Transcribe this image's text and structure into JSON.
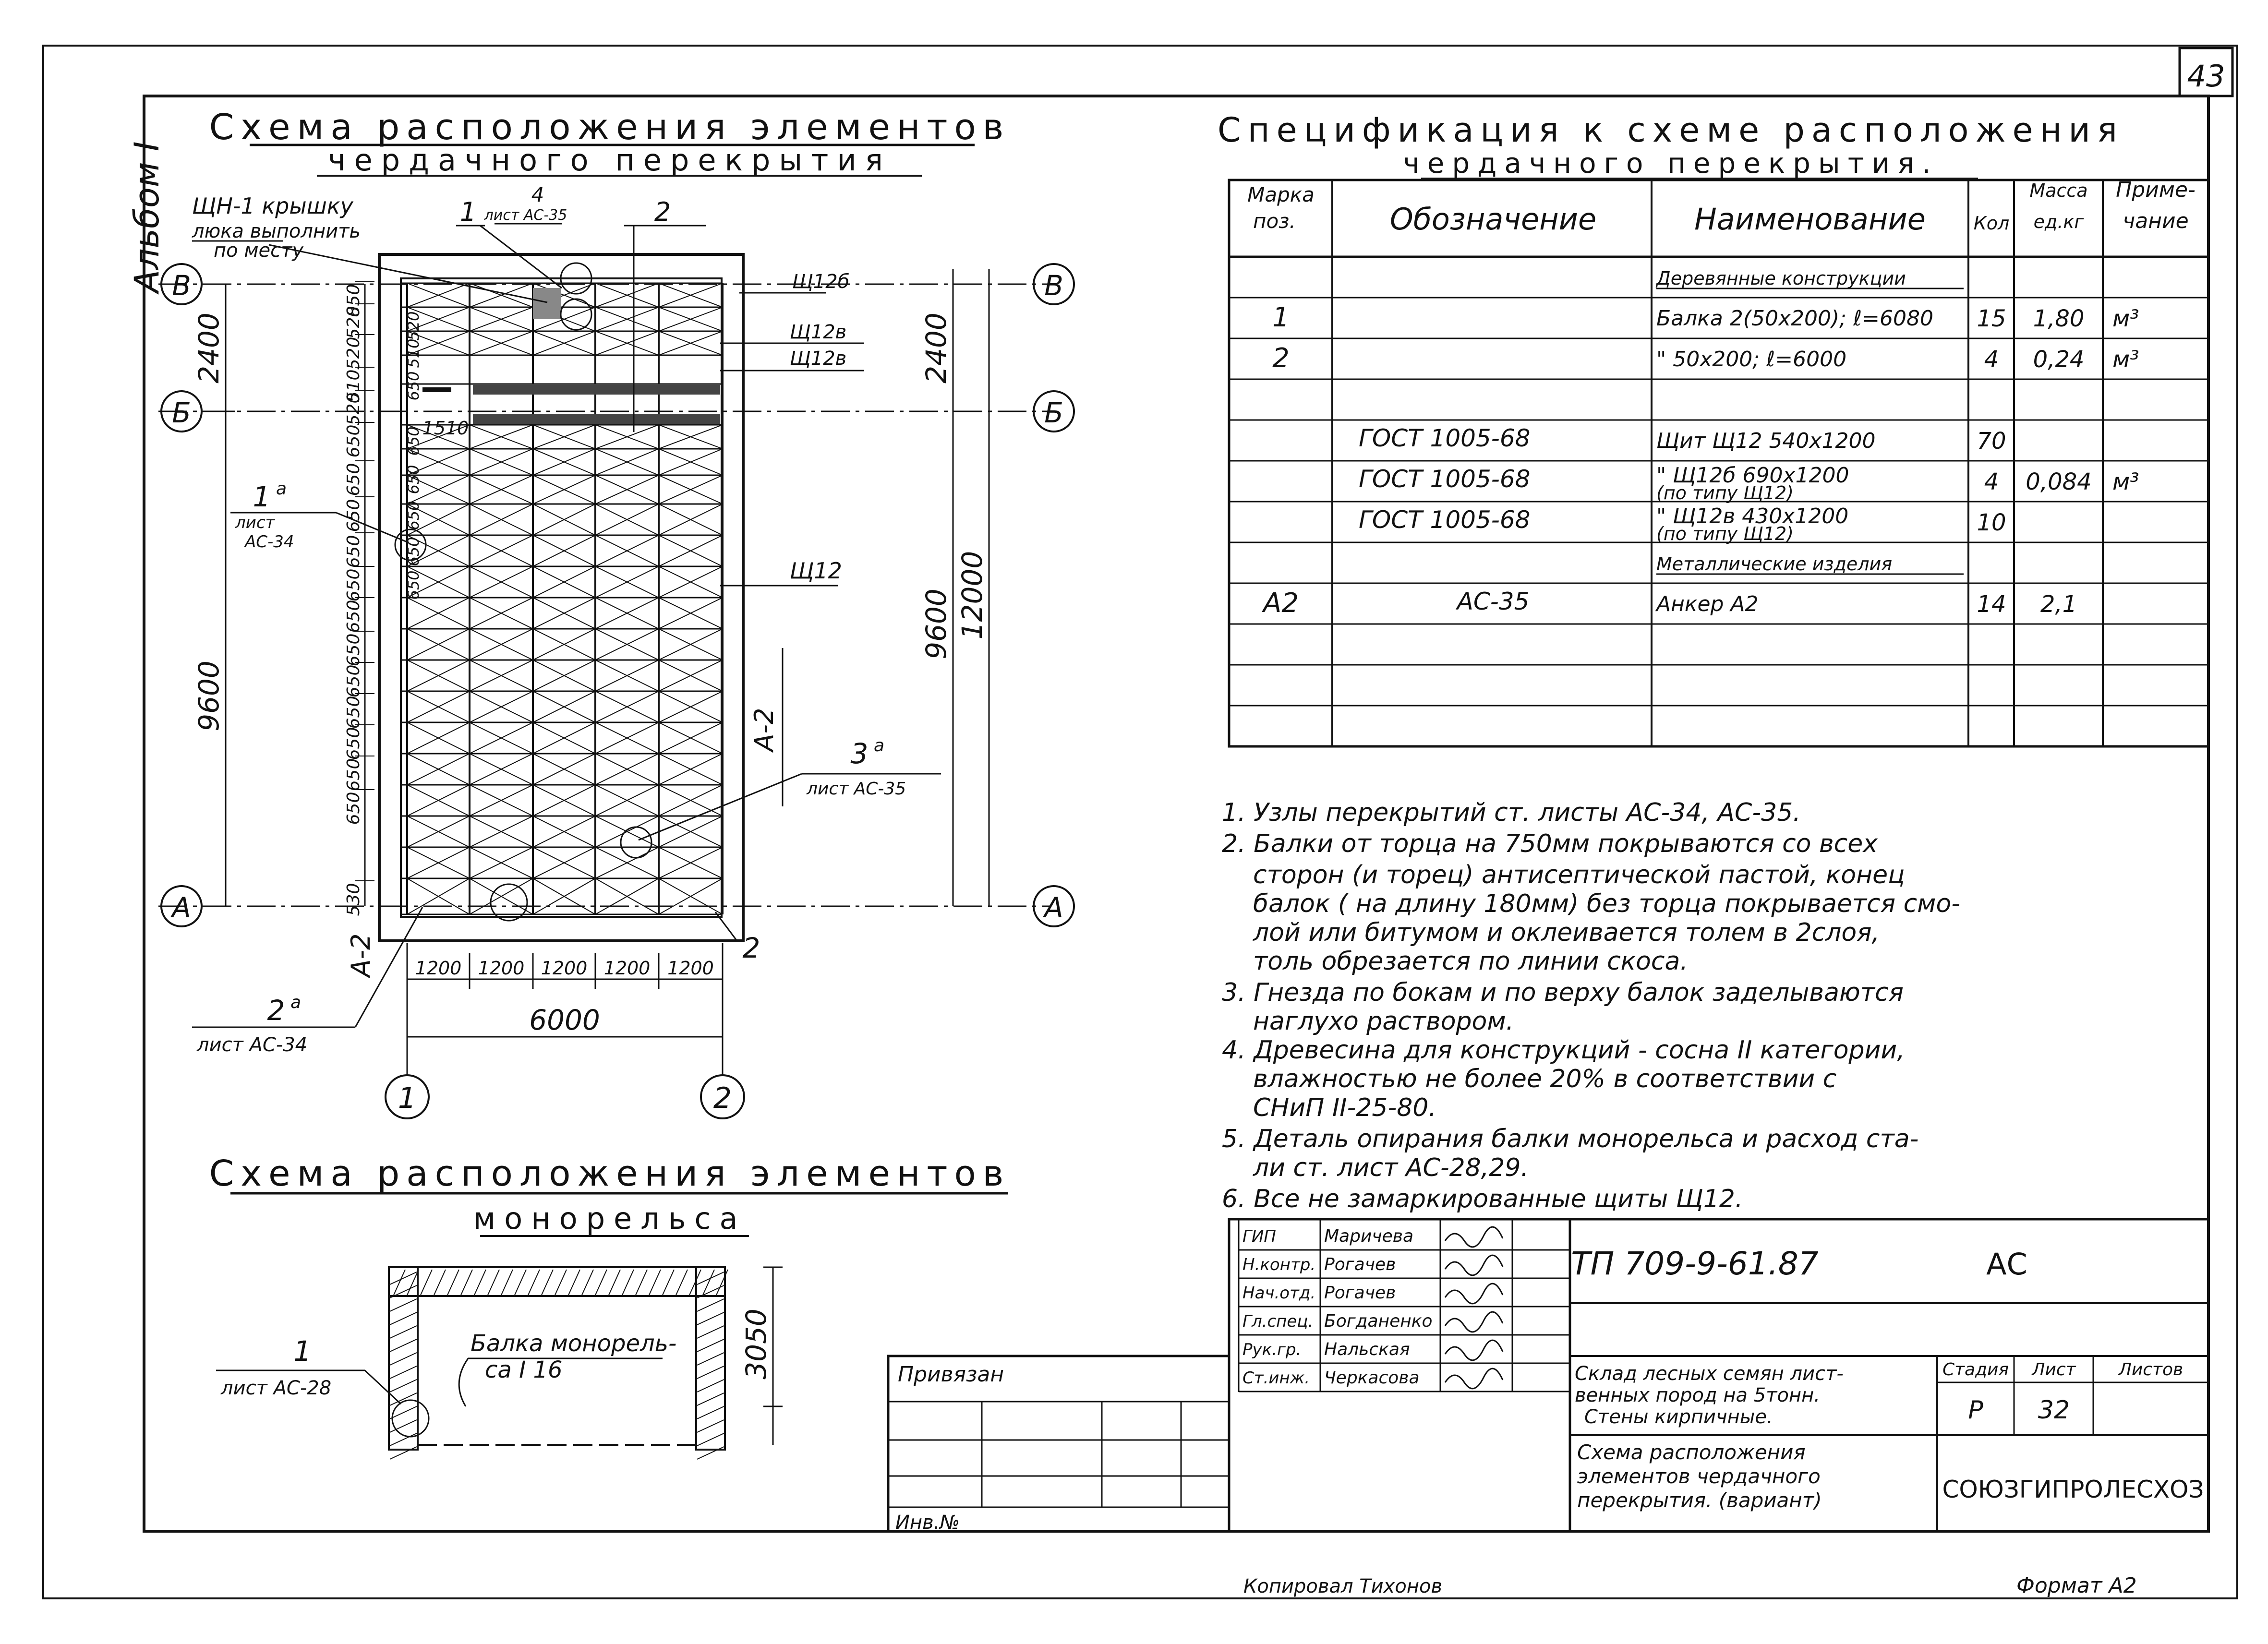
{
  "sheet_corner_number": "43",
  "album_label": "Альбом I",
  "plan": {
    "title_line1": "Схема расположения элементов",
    "title_line2": "чердачного перекрытия",
    "callout_hatch": [
      "ЩН-1 крышку",
      "люка выполнить",
      "по месту"
    ],
    "callout_1": "1",
    "callout_4": "4",
    "callout_4_sheet": "лист АС-35",
    "callout_2": "2",
    "callout_1a": "1",
    "callout_1a_sup": "а",
    "callout_1a_sheet": "лист АС-34",
    "callout_2a": "2",
    "callout_2a_sup": "а",
    "callout_2a_sheet": "лист АС-34",
    "callout_3a": "3",
    "callout_3a_sup": "а",
    "callout_3a_sheet": "лист АС-35",
    "callout_2_bottom": "2",
    "panel_labels": [
      "Щ12б",
      "Щ12в",
      "Щ12в",
      "Щ12"
    ],
    "section_label_a2_right": "А-2",
    "section_label_a2_left": "А-2",
    "dim_1510": "1510",
    "axes_rows": [
      "В",
      "Б",
      "А"
    ],
    "axes_cols": [
      "1",
      "2"
    ],
    "dims_left_outer": [
      "2400",
      "9600"
    ],
    "dims_right_inner": [
      "2400",
      "9600"
    ],
    "dims_right_total": "12000",
    "dims_left_spacing": [
      "850",
      "520",
      "520",
      "510",
      "520",
      "650",
      "650",
      "650",
      "650",
      "650",
      "650",
      "650",
      "650",
      "650",
      "650",
      "650",
      "650",
      "530"
    ],
    "dims_inner_spacing": [
      "520",
      "510",
      "650",
      "650",
      "650",
      "650",
      "650",
      "650"
    ],
    "dims_bottom_bays": [
      "1200",
      "1200",
      "1200",
      "1200",
      "1200"
    ],
    "dims_bottom_total": "6000"
  },
  "monorail": {
    "title_line1": "Схема расположения элементов",
    "title_line2": "монорельса",
    "callout_1": "1",
    "callout_1_sheet": "лист АС-28",
    "beam_label_line1": "Балка монорель-",
    "beam_label_line2": "са  I 16",
    "dim_height": "3050"
  },
  "spec": {
    "title_line1": "Спецификация к схеме расположения",
    "title_line2": "чердачного перекрытия.",
    "headers": {
      "mark": [
        "Марка",
        "поз."
      ],
      "designation": "Обозначение",
      "name": "Наименование",
      "qty": "Кол",
      "mass": [
        "Масса",
        "ед.кг"
      ],
      "note": [
        "Приме-",
        "чание"
      ]
    },
    "rows": [
      {
        "mark": "",
        "designation": "",
        "name": "Деревянные конструкции",
        "name2": "",
        "qty": "",
        "mass": "",
        "note": "",
        "header": true
      },
      {
        "mark": "1",
        "designation": "",
        "name": "Балка 2(50x200); ℓ=6080",
        "name2": "",
        "qty": "15",
        "mass": "1,80",
        "note": "м³"
      },
      {
        "mark": "2",
        "designation": "",
        "name": "\"    50x200; ℓ=6000",
        "name2": "",
        "qty": "4",
        "mass": "0,24",
        "note": "м³"
      },
      {
        "mark": "",
        "designation": "",
        "name": "",
        "name2": "",
        "qty": "",
        "mass": "",
        "note": ""
      },
      {
        "mark": "",
        "designation": "ГОСТ  1005-68",
        "name": "Щит Щ12  540x1200",
        "name2": "",
        "qty": "70",
        "mass": "",
        "note": ""
      },
      {
        "mark": "",
        "designation": "ГОСТ  1005-68",
        "name": "\"   Щ12б  690x1200",
        "name2": "(по типу Щ12)",
        "qty": "4",
        "mass": "0,084",
        "note": "м³"
      },
      {
        "mark": "",
        "designation": "ГОСТ  1005-68",
        "name": "\"   Щ12в  430x1200",
        "name2": "(по типу Щ12)",
        "qty": "10",
        "mass": "",
        "note": ""
      },
      {
        "mark": "",
        "designation": "",
        "name": "Металлические изделия",
        "name2": "",
        "qty": "",
        "mass": "",
        "note": "",
        "header": true
      },
      {
        "mark": "А2",
        "designation": "АС-35",
        "name": "Анкер А2",
        "name2": "",
        "qty": "14",
        "mass": "2,1",
        "note": ""
      },
      {
        "mark": "",
        "designation": "",
        "name": "",
        "name2": "",
        "qty": "",
        "mass": "",
        "note": ""
      },
      {
        "mark": "",
        "designation": "",
        "name": "",
        "name2": "",
        "qty": "",
        "mass": "",
        "note": ""
      }
    ]
  },
  "notes": [
    "1. Узлы перекрытий  ст. листы АС-34, АС-35.",
    "2. Балки от торца на 750мм покрываются со всех",
    "   сторон (и торец) антисептической пастой, конец",
    "   балок ( на длину 180мм) без торца покрывается смо-",
    "   лой или битумом и оклеивается толем в 2слоя,",
    "   толь обрезается  по линии скоса.",
    "3. Гнезда  по бокам и по верху балок заделываются",
    "   наглухо раствором.",
    "4. Древесина для конструкций - сосна II категории,",
    "   влажностью не более 20% в соответствии с",
    "   СНиП II-25-80.",
    "5. Деталь опирания балки монорельса и расход ста-",
    "   ли ст. лист  АС-28,29.",
    "6. Все не замаркированные щиты Щ12."
  ],
  "title_block": {
    "roles": [
      "ГИП",
      "Н.контр.",
      "Нач.отд.",
      "Гл.спец.",
      "Рук.гр.",
      "Ст.инж."
    ],
    "names": [
      "Маричева",
      "Рогачев",
      "Рогачев",
      "Богданенко",
      "Нальская",
      "Черкасова"
    ],
    "bound_label": "Привязан",
    "inv_label": "Инв.№",
    "doc_code": "ТП 709-9-61.87",
    "doc_section": "АС",
    "building_desc": [
      "Склад лесных семян лист-",
      "венных пород на 5тонн.",
      "Стены кирпичные."
    ],
    "sheet_desc": [
      "Схема расположения",
      "элементов чердачного",
      "перекрытия. (вариант)"
    ],
    "stage_header": "Стадия",
    "sheet_header": "Лист",
    "sheets_header": "Листов",
    "stage": "Р",
    "sheet": "32",
    "sheets": "",
    "org": "СОЮЗГИПРОЛЕСХОЗ"
  },
  "footer": {
    "copied_by": "Копировал  Тихонов",
    "format": "Формат А2"
  }
}
